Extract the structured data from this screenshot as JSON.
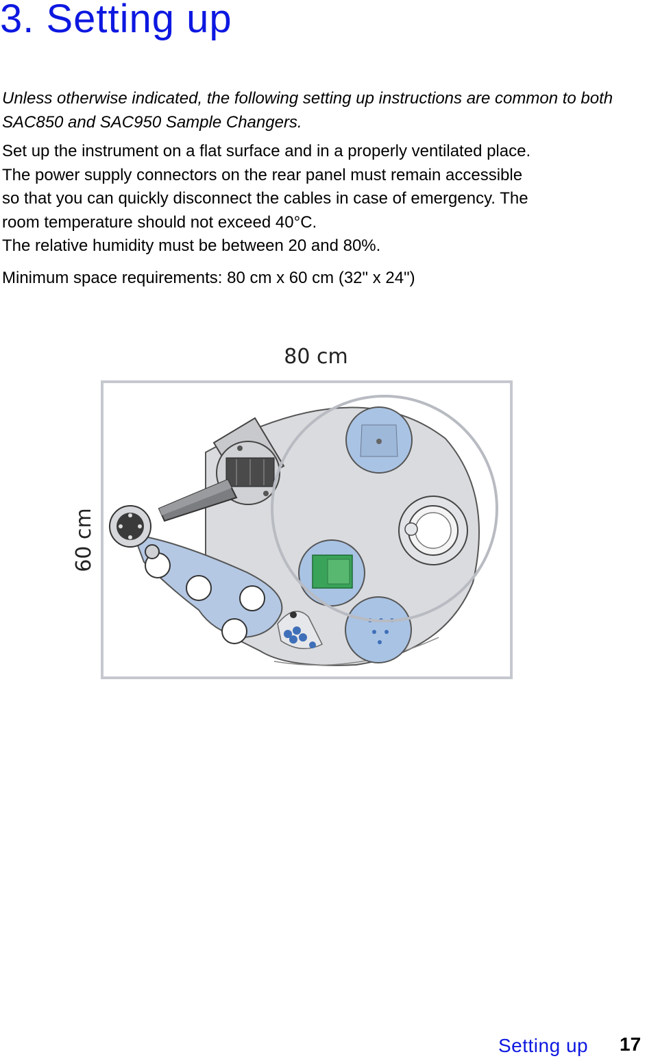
{
  "page": {
    "title": "3. Setting up",
    "intro": "Unless otherwise indicated, the following setting up instructions are common to both SAC850 and SAC950 Sample Changers.",
    "body_lines": [
      "Set up the instrument on a flat surface and in a properly ventilated place.",
      "The power supply connectors on the rear panel must remain accessible",
      "so that you can quickly disconnect the cables in case of emergency. The",
      "room temperature should not exceed 40°C.",
      "The relative humidity must be between 20 and 80%."
    ],
    "space_requirements": "Minimum space requirements: 80 cm x 60 cm (32\" x 24\")"
  },
  "figure": {
    "width_label": "80 cm",
    "height_label": "60 cm"
  },
  "footer": {
    "section": "Setting up",
    "page_number": "17"
  },
  "colors": {
    "heading": "#0d18e0",
    "tray_blue": "#a9c3e4",
    "frame": "#c5c8ce"
  }
}
